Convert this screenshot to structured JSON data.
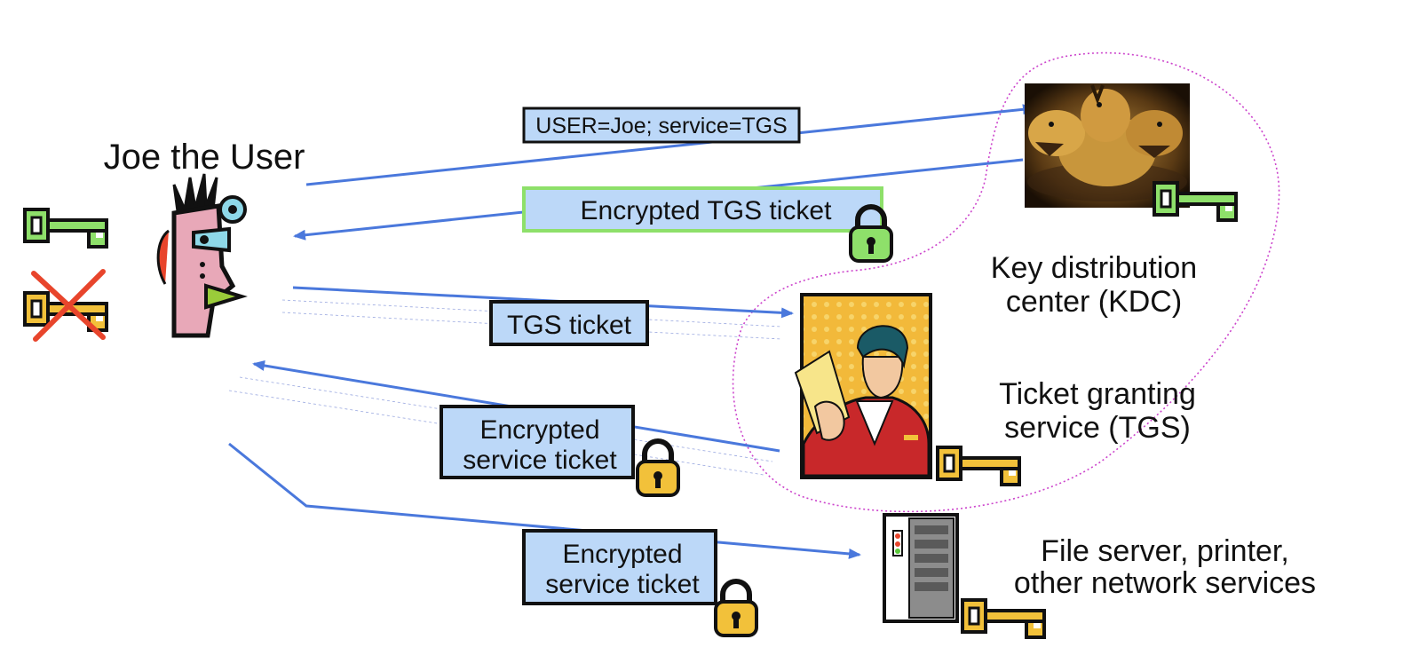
{
  "actors": {
    "user": {
      "name": "Joe the User"
    },
    "kdc": {
      "label_line1": "Key distribution",
      "label_line2": "center (KDC)"
    },
    "tgs": {
      "label_line1": "Ticket granting",
      "label_line2": "service (TGS)"
    },
    "server": {
      "label_line1": "File server, printer,",
      "label_line2": "other network services"
    }
  },
  "messages": {
    "request": "USER=Joe; service=TGS",
    "tgs_reply": "Encrypted TGS ticket",
    "tgs_ticket": "TGS ticket",
    "service_reply_line1": "Encrypted",
    "service_reply_line2": "service ticket",
    "service_send_line1": "Encrypted",
    "service_send_line2": "service ticket"
  },
  "colors": {
    "arrow": "#4a78dc",
    "message_box": "#bcd8f8",
    "green_key": "#8ee06a",
    "gold_key": "#f2c13a",
    "lock_green": "#8ee06a",
    "lock_gold": "#f2c13a",
    "kdc_boundary": "#cc44cc",
    "cross": "#e8452c"
  },
  "icons": [
    "green-key-icon",
    "gold-key-icon",
    "cross-icon",
    "lock-icon",
    "server-icon",
    "cerberus-image",
    "tgs-person-image",
    "joe-face-image"
  ]
}
